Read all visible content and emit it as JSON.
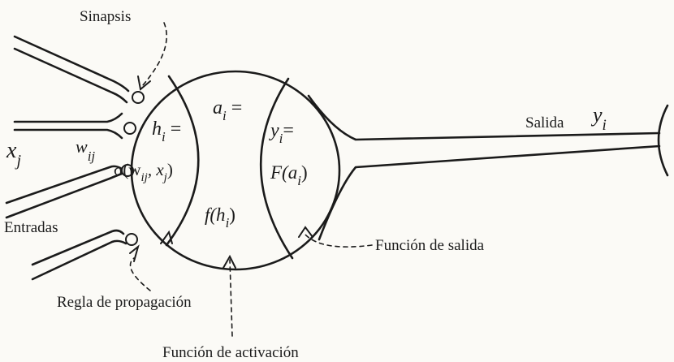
{
  "labels": {
    "sinapsis": "Sinapsis",
    "entradas": "Entradas",
    "regla_propagacion": "Regla de propagación",
    "funcion_activacion": "Función de activación",
    "funcion_salida": "Función de salida",
    "salida": "Salida"
  },
  "math": {
    "xj_base": "x",
    "xj_sub": "j",
    "wij_base": "w",
    "wij_sub": "ij",
    "hi_eq_base": "h",
    "hi_eq_sub": "i",
    "hi_eq_tail": " =",
    "sigma_open": "σ(w",
    "sigma_sub_ij": "ij",
    "sigma_mid": ", x",
    "sigma_sub_j": "j",
    "sigma_close": ")",
    "ai_eq_base": "a",
    "ai_eq_sub": "i",
    "ai_eq_tail": " =",
    "fhi_open": "f(h",
    "fhi_sub": "i",
    "fhi_close": ")",
    "yi_eq_base": "y",
    "yi_eq_sub": "i",
    "yi_eq_tail": "=",
    "Fai_open": "F(a",
    "Fai_sub": "i",
    "Fai_close": ")",
    "yi_out_base": "y",
    "yi_out_sub": "i"
  }
}
